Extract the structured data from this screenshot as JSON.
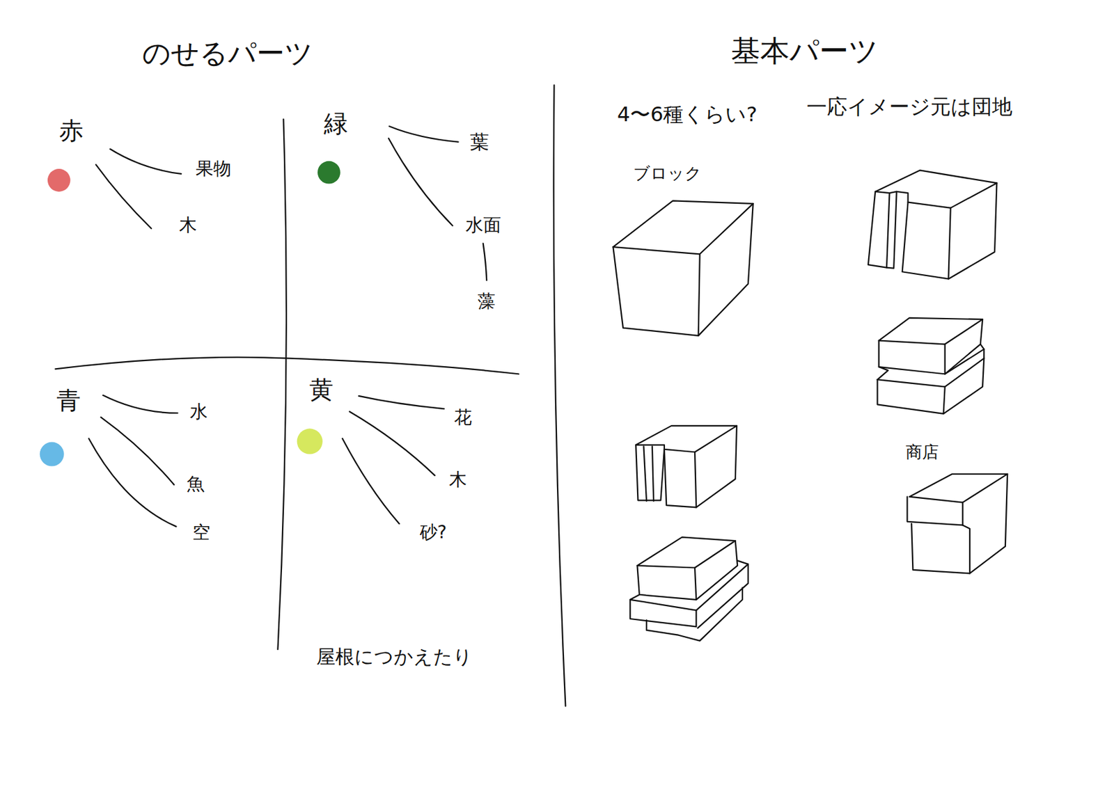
{
  "diagram": {
    "labels": [
      "のせるパーツ",
      "基本パーツ",
      "4〜6種くらい?",
      "一応イメージ元は団地",
      "赤",
      "果物",
      "木",
      "緑",
      "葉",
      "水面",
      "藻",
      "ブロック",
      "青",
      "水",
      "魚",
      "空",
      "黄",
      "花",
      "木",
      "砂?",
      "商店",
      "屋根につかえたり"
    ]
  }
}
